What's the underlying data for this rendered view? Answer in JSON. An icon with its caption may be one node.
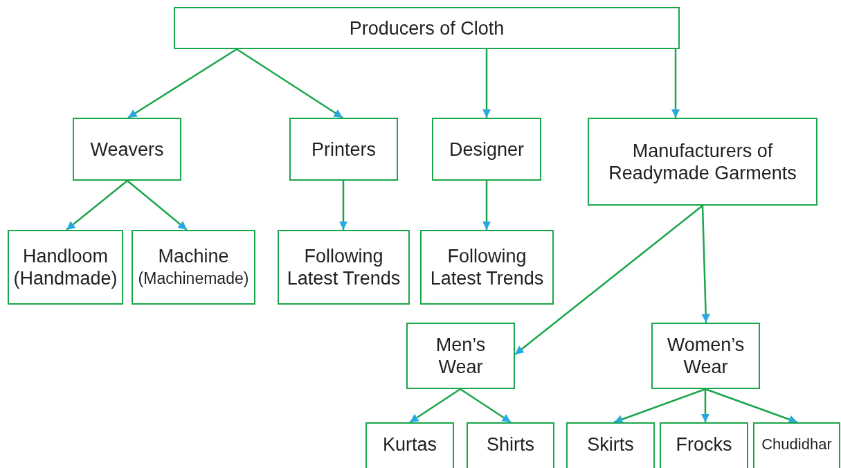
{
  "diagram": {
    "nodes": [
      {
        "text": [
          "Producers of Cloth"
        ]
      },
      {
        "text": [
          "Weavers"
        ]
      },
      {
        "text": [
          "Printers"
        ]
      },
      {
        "text": [
          "Designer"
        ]
      },
      {
        "text": [
          "Manufacturers of Readymade Garments"
        ]
      },
      {
        "text": [
          "Handloom",
          "(Handmade)"
        ]
      },
      {
        "text": [
          "Machine",
          "(Machinemade)"
        ]
      },
      {
        "text": [
          "Following Latest Trends"
        ]
      },
      {
        "text": [
          "Following Latest Trends"
        ]
      },
      {
        "text": [
          "Men’s Wear"
        ]
      },
      {
        "text": [
          "Women’s Wear"
        ]
      },
      {
        "text": [
          "Kurtas"
        ]
      },
      {
        "text": [
          "Shirts"
        ]
      },
      {
        "text": [
          "Skirts"
        ]
      },
      {
        "text": [
          "Frocks"
        ]
      },
      {
        "text": [
          "Chudidhar"
        ]
      }
    ],
    "edges": [
      {
        "from": 0,
        "to": 1,
        "arrow": "to"
      },
      {
        "from": 0,
        "to": 2,
        "arrow": "to"
      },
      {
        "from": 0,
        "to": 3,
        "arrow": "to"
      },
      {
        "from": 0,
        "to": 4,
        "arrow": "to"
      },
      {
        "from": 1,
        "to": 5,
        "arrow": "to"
      },
      {
        "from": 1,
        "to": 6,
        "arrow": "to"
      },
      {
        "from": 2,
        "to": 7,
        "arrow": "to"
      },
      {
        "from": 3,
        "to": 8,
        "arrow": "to"
      },
      {
        "from": 4,
        "to": 9,
        "arrow": "to"
      },
      {
        "from": 4,
        "to": 10,
        "arrow": "to"
      },
      {
        "from": 9,
        "to": 11,
        "arrow": "to"
      },
      {
        "from": 9,
        "to": 12,
        "arrow": "to"
      },
      {
        "from": 10,
        "to": 13,
        "arrow": "to"
      },
      {
        "from": 10,
        "to": 14,
        "arrow": "to"
      },
      {
        "from": 10,
        "to": 15,
        "arrow": "to"
      }
    ]
  }
}
